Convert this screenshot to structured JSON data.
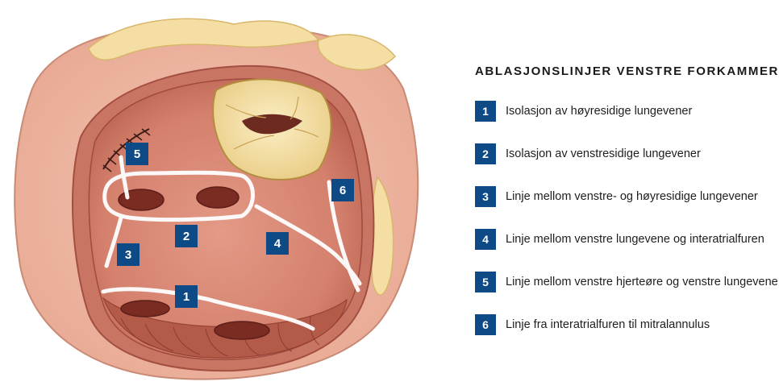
{
  "legend": {
    "title": "ABLASJONSLINJER VENSTRE FORKAMMER",
    "items": [
      {
        "number": "1",
        "label": "Isolasjon av høyresidige lungevener"
      },
      {
        "number": "2",
        "label": "Isolasjon av venstresidige lungevener"
      },
      {
        "number": "3",
        "label": "Linje mellom venstre- og høyresidige lungevener"
      },
      {
        "number": "4",
        "label": "Linje mellom venstre lungevene og interatrialfuren"
      },
      {
        "number": "5",
        "label": "Linje mellom venstre hjerteøre og venstre lungevene"
      },
      {
        "number": "6",
        "label": "Linje fra interatrialfuren til mitralannulus"
      }
    ]
  },
  "illustration": {
    "markers": [
      "1",
      "2",
      "3",
      "4",
      "5",
      "6"
    ],
    "colors": {
      "badge": "#0d4a86",
      "tissue": "#d98a78",
      "tissue_dark": "#b8604f",
      "fat": "#f2dc9a",
      "ablation_line": "#ffffff"
    }
  }
}
